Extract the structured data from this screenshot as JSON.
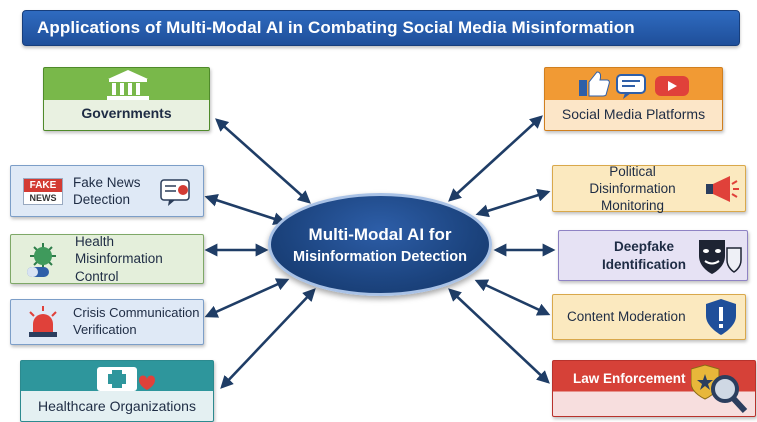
{
  "title": "Applications of Multi-Modal AI in Combating Social Media Misinformation",
  "hub": {
    "line1": "Multi-Modal AI for",
    "line2": "Misinformation Detection"
  },
  "left": {
    "governments": "Governments",
    "fake_news": {
      "line1": "Fake News",
      "line2": "Detection",
      "badge_top": "FAKE",
      "badge_bottom": "NEWS"
    },
    "health": {
      "line1": "Health",
      "line2": "Misinformation Control"
    },
    "crisis": {
      "line1": "Crisis Communication",
      "line2": "Verification"
    },
    "healthcare": "Healthcare Organizations"
  },
  "right": {
    "social": "Social Media Platforms",
    "political": {
      "line1": "Political Disinformation",
      "line2": "Monitoring"
    },
    "deepfake": {
      "line1": "Deepfake",
      "line2": "Identification"
    },
    "moderation": "Content Moderation",
    "law": "Law Enforcement"
  },
  "colors": {
    "title_bg": "#1f4f9a",
    "hub_bg": "#1c447f",
    "arrow": "#1f3d66",
    "governments": "#79b84a",
    "social": "#f19a34",
    "law": "#d64138",
    "healthcare": "#2e969c",
    "deepfake": "#e6e2f4"
  },
  "icons": [
    "government-building-icon",
    "likes-chat-video-icon",
    "fake-news-icon",
    "megaphone-icon",
    "virus-pill-icon",
    "theater-masks-icon",
    "alarm-siren-icon",
    "shield-alert-icon",
    "medical-kit-icon",
    "police-badge-magnifier-icon"
  ]
}
